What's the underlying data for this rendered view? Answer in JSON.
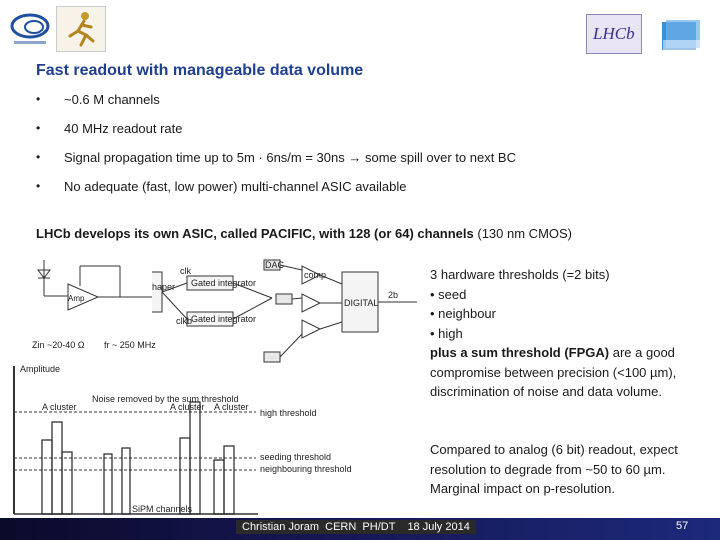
{
  "slide": {
    "title": "Fast readout with manageable data volume",
    "bullets": [
      "~0.6 M channels",
      "40 MHz readout rate",
      "Signal propagation time up to 5m · 6ns/m = 30ns → some spill over to next BC",
      "No adequate (fast, low power) multi-channel ASIC available"
    ],
    "bullet_symbol": "•",
    "lhcb_line": {
      "bold": "LHCb develops its own ASIC, called PACIFIC, with 128 (or 64) channels",
      "rest": " (130 nm CMOS)"
    },
    "right_text": {
      "lines1": [
        "3 hardware thresholds (=2 bits)",
        "•  seed",
        "•  neighbour",
        "•  high"
      ],
      "para2_bold": "plus a sum threshold (FPGA)",
      "para2_rest": " are a good compromise between precision (<100 µm), discrimination of noise and data volume.",
      "para3": "Compared to analog (6 bit) readout, expect resolution to degrade from ~50 to 60 µm. Marginal impact on p-resolution."
    },
    "footer": {
      "text": "Christian Joram  CERN  PH/DT    18 July 2014",
      "page": "57"
    }
  },
  "circuit": {
    "amp": "Amp",
    "shaper": "Fast Shaper",
    "gated1": "Gated integrator",
    "gated2": "Gated integrator",
    "clk": "clk",
    "clkb": "clkb",
    "dac": "DAC",
    "comp": "comp",
    "digital": "DIGITAL",
    "bits": "2b",
    "zin": "Zin ~20-40 Ω",
    "fr": "fr ~ 250 MHz"
  },
  "plot": {
    "ylabel": "Amplitude",
    "xlabel": "SiPM channels",
    "labels": [
      "A cluster",
      "Noise removed by the sum threshold",
      "A cluster",
      "A cluster"
    ],
    "thresholds": [
      "high threshold",
      "seeding threshold",
      "neighbouring threshold"
    ]
  }
}
